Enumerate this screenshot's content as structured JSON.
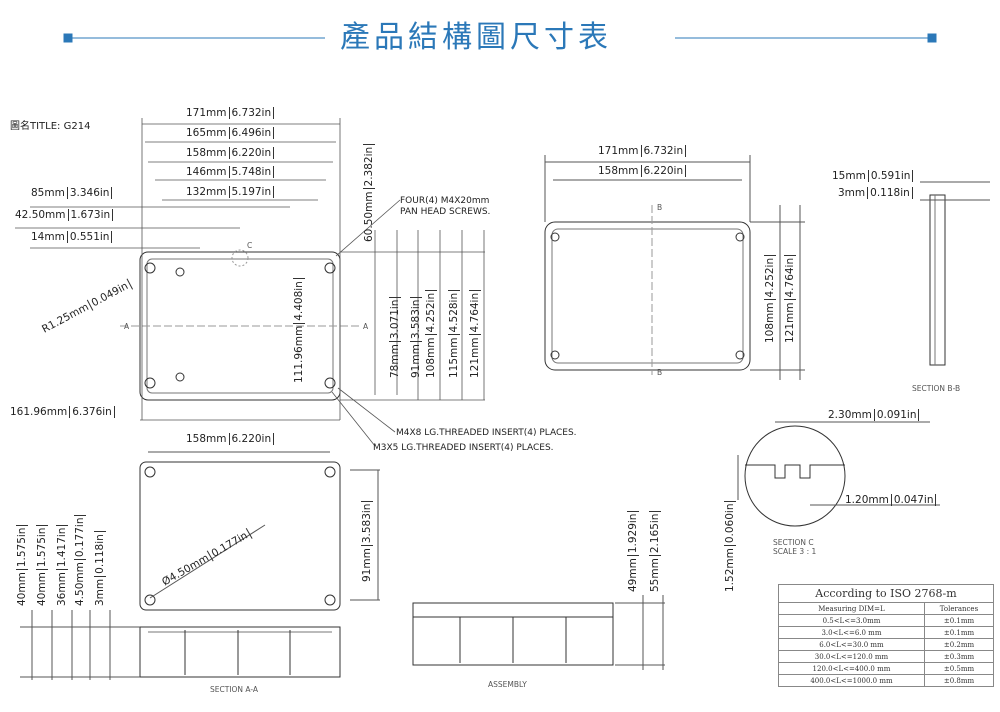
{
  "header": {
    "title": "產品結構圖尺寸表",
    "accent": "#2b78b8"
  },
  "drawing_title": "圖名TITLE: G214",
  "top_view": {
    "widths": [
      {
        "mm": "171mm",
        "in": "6.732in"
      },
      {
        "mm": "165mm",
        "in": "6.496in"
      },
      {
        "mm": "158mm",
        "in": "6.220in"
      },
      {
        "mm": "146mm",
        "in": "5.748in"
      },
      {
        "mm": "132mm",
        "in": "5.197in"
      }
    ],
    "left": [
      {
        "mm": "85mm",
        "in": "3.346in"
      },
      {
        "mm": "42.50mm",
        "in": "1.673in"
      },
      {
        "mm": "14mm",
        "in": "0.551in"
      }
    ],
    "depth": {
      "mm": "60.50mm",
      "in": "2.382in"
    },
    "screw_note": [
      "FOUR(4) M4X20mm",
      "PAN HEAD SCREWS."
    ],
    "radius": {
      "mm": "R1.25mm",
      "in": "0.049in"
    },
    "inner_height": {
      "mm": "111.96mm",
      "in": "4.408in"
    },
    "heights": [
      {
        "mm": "78mm",
        "in": "3.071in"
      },
      {
        "mm": "91mm",
        "in": "3.583in"
      },
      {
        "mm": "108mm",
        "in": "4.252in"
      },
      {
        "mm": "115mm",
        "in": "4.528in"
      },
      {
        "mm": "121mm",
        "in": "4.764in"
      }
    ],
    "bottom_width": {
      "mm": "161.96mm",
      "in": "6.376in"
    },
    "insert_notes": [
      "M4X8 LG.THREADED INSERT(4) PLACES.",
      "M3X5 LG.THREADED INSERT(4) PLACES."
    ],
    "markers": {
      "a": "A",
      "c": "C"
    }
  },
  "lid_view": {
    "width": {
      "mm": "158mm",
      "in": "6.220in"
    },
    "hole": {
      "mm": "Ø4.50mm",
      "in": "0.177in"
    },
    "height": {
      "mm": "91mm",
      "in": "3.583in"
    }
  },
  "section_aa": {
    "label": "SECTION A-A",
    "dims": [
      {
        "mm": "40mm",
        "in": "1.575in"
      },
      {
        "mm": "40mm",
        "in": "1.575in"
      },
      {
        "mm": "36mm",
        "in": "1.417in"
      },
      {
        "mm": "4.50mm",
        "in": "0.177in"
      },
      {
        "mm": "3mm",
        "in": "0.118in"
      }
    ]
  },
  "assembly": {
    "label": "ASSEMBLY",
    "dims": [
      {
        "mm": "49mm",
        "in": "1.929in"
      },
      {
        "mm": "55mm",
        "in": "2.165in"
      }
    ]
  },
  "right_view": {
    "widths": [
      {
        "mm": "171mm",
        "in": "6.732in"
      },
      {
        "mm": "158mm",
        "in": "6.220in"
      }
    ],
    "heights": [
      {
        "mm": "108mm",
        "in": "4.252in"
      },
      {
        "mm": "121mm",
        "in": "4.764in"
      }
    ],
    "marker": "B"
  },
  "section_bb": {
    "label": "SECTION B-B",
    "dims": [
      {
        "mm": "15mm",
        "in": "0.591in"
      },
      {
        "mm": "3mm",
        "in": "0.118in"
      }
    ]
  },
  "section_c": {
    "label": "SECTION C",
    "scale": "SCALE 3 : 1",
    "dims": [
      {
        "mm": "2.30mm",
        "in": "0.091in"
      },
      {
        "mm": "1.20mm",
        "in": "0.047in"
      },
      {
        "mm": "1.52mm",
        "in": "0.060in"
      }
    ]
  },
  "tolerance_table": {
    "caption": "According to ISO 2768-m",
    "headers": [
      "Measuring  DIM=L",
      "Tolerances"
    ],
    "rows": [
      [
        "0.5<L<=3.0mm",
        "±0.1mm"
      ],
      [
        "3.0<L<=6.0 mm",
        "±0.1mm"
      ],
      [
        "6.0<L<=30.0 mm",
        "±0.2mm"
      ],
      [
        "30.0<L<=120.0 mm",
        "±0.3mm"
      ],
      [
        "120.0<L<=400.0 mm",
        "±0.5mm"
      ],
      [
        "400.0<L<=1000.0 mm",
        "±0.8mm"
      ]
    ]
  }
}
